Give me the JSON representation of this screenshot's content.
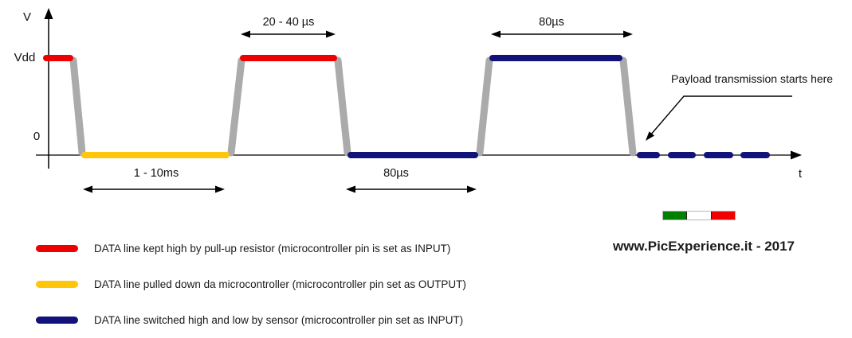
{
  "colors": {
    "red": "#EE0000",
    "yellow": "#FFC60B",
    "navy": "#12127B",
    "gray": "#ABABAB",
    "axis": "#000000",
    "flag_green": "#008000",
    "flag_white": "#FFFFFF",
    "flag_red": "#F00000"
  },
  "axes": {
    "y_label": "V",
    "x_label": "t",
    "vdd_label": "Vdd",
    "zero_label": "0"
  },
  "annotations": {
    "host_high_pulse": "20 - 40 µs",
    "sensor_high_pulse": "80µs",
    "host_low_pulse": "1 - 10ms",
    "sensor_low_pulse": "80µs",
    "payload_note": "Payload transmission starts here"
  },
  "waveform": {
    "high_level": "Vdd",
    "low_level": "0",
    "segments": [
      {
        "level": "high",
        "style": "red"
      },
      {
        "level": "falling-edge",
        "style": "gray"
      },
      {
        "level": "low",
        "style": "yellow",
        "duration": "1 - 10ms"
      },
      {
        "level": "rising-edge",
        "style": "gray"
      },
      {
        "level": "high",
        "style": "red",
        "duration": "20 - 40 µs"
      },
      {
        "level": "falling-edge",
        "style": "gray"
      },
      {
        "level": "low",
        "style": "navy",
        "duration": "80µs"
      },
      {
        "level": "rising-edge",
        "style": "gray"
      },
      {
        "level": "high",
        "style": "navy",
        "duration": "80µs"
      },
      {
        "level": "falling-edge",
        "style": "gray"
      },
      {
        "level": "low-dashed",
        "style": "navy",
        "note": "Payload transmission starts here"
      }
    ]
  },
  "legend": {
    "items": [
      {
        "color": "red",
        "label": "DATA line kept high by pull-up resistor (microcontroller pin is set as INPUT)"
      },
      {
        "color": "yellow",
        "label": "DATA line pulled down da microcontroller (microcontroller pin set as OUTPUT)"
      },
      {
        "color": "navy",
        "label": "DATA line switched high and low by sensor (microcontroller pin set as INPUT)"
      }
    ]
  },
  "footer": {
    "website": "www.PicExperience.it - 2017",
    "flag": "italian-flag"
  }
}
